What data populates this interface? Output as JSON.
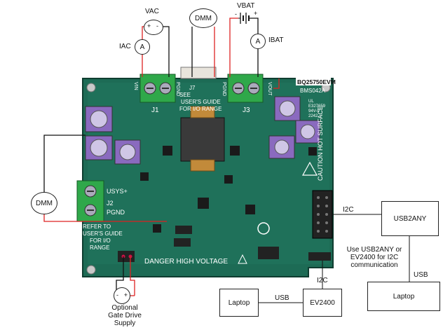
{
  "meters": {
    "vac": "VAC",
    "iac_label": "IAC",
    "iac_meter": "A",
    "dmm_top": "DMM",
    "vbat": "VBAT",
    "ibat_label": "IBAT",
    "ibat_meter": "A",
    "dmm_left": "DMM"
  },
  "polarity": {
    "plus": "+",
    "minus": "-"
  },
  "board": {
    "model": "BQ25750EVM",
    "part": "BMS042A",
    "vin": "VIN",
    "pgnd": "PGND",
    "j1": "J1",
    "j3": "J3",
    "j7": "J7",
    "see": "SEE",
    "users_guide_line1": "USER'S GUIDE",
    "users_guide_line2": "FOR I/O RANGE",
    "vout": "VOUT",
    "usys": "USYS+",
    "j2": "J2",
    "pgnd2": "PGND",
    "refer_line1": "REFER TO",
    "refer_line2": "USER'S GUIDE",
    "refer_line3": "FOR I/O",
    "refer_line4": "RANGE",
    "caution": "CAUTION HOT SURFACE",
    "danger": "DANGER HIGH VOLTAGE",
    "ul": "UL",
    "ul_code1": "E327659",
    "ul_code2": "94V-0",
    "ul_code3": "2242"
  },
  "connections": {
    "i2c_right": "I2C",
    "usb2any": "USB2ANY",
    "note_line1": "Use USB2ANY or",
    "note_line2": "EV2400 for I2C",
    "note_line3": "communication",
    "usb_right": "USB",
    "laptop_right": "Laptop",
    "i2c_bottom": "I2C",
    "ev2400": "EV2400",
    "usb_bottom": "USB",
    "laptop_left": "Laptop"
  },
  "gate_drive": {
    "line1": "Optional",
    "line2": "Gate Drive",
    "line3": "Supply"
  }
}
